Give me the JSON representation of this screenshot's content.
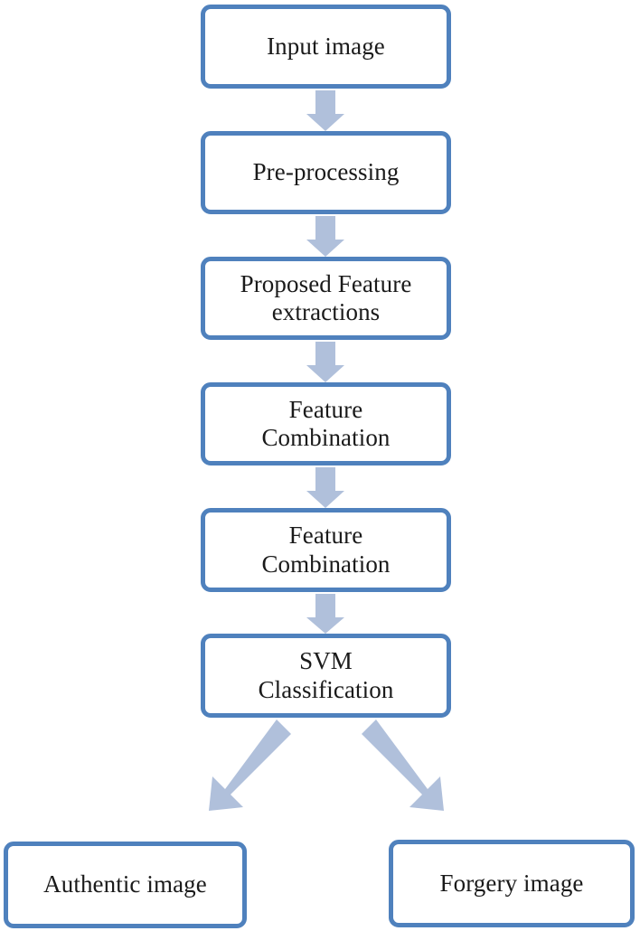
{
  "diagram": {
    "title": "Image forgery detection pipeline flowchart",
    "orientation": "top-to-bottom",
    "colors": {
      "box_border": "#4F81BD",
      "box_fill": "#FFFFFF",
      "arrow_fill": "#B0C0DB",
      "text": "#1A1A1A",
      "background": "#FFFFFF"
    },
    "nodes": [
      {
        "id": "input-image",
        "label": "Input image",
        "shape": "rounded-rectangle"
      },
      {
        "id": "pre-processing",
        "label": "Pre-processing",
        "shape": "rounded-rectangle"
      },
      {
        "id": "feature-extraction",
        "label": "Proposed Feature\nextractions",
        "shape": "rounded-rectangle"
      },
      {
        "id": "feature-combination-1",
        "label": "Feature\nCombination",
        "shape": "rounded-rectangle"
      },
      {
        "id": "feature-combination-2",
        "label": "Feature\nCombination",
        "shape": "rounded-rectangle"
      },
      {
        "id": "svm-classification",
        "label": "SVM\nClassification",
        "shape": "rounded-rectangle"
      },
      {
        "id": "authentic-image",
        "label": "Authentic image",
        "shape": "rounded-rectangle"
      },
      {
        "id": "forgery-image",
        "label": "Forgery image",
        "shape": "rounded-rectangle"
      }
    ],
    "edges": [
      {
        "from": "input-image",
        "to": "pre-processing",
        "style": "block-arrow-down"
      },
      {
        "from": "pre-processing",
        "to": "feature-extraction",
        "style": "block-arrow-down"
      },
      {
        "from": "feature-extraction",
        "to": "feature-combination-1",
        "style": "block-arrow-down"
      },
      {
        "from": "feature-combination-1",
        "to": "feature-combination-2",
        "style": "block-arrow-down"
      },
      {
        "from": "feature-combination-2",
        "to": "svm-classification",
        "style": "block-arrow-down"
      },
      {
        "from": "svm-classification",
        "to": "authentic-image",
        "style": "block-arrow-diagonal-left"
      },
      {
        "from": "svm-classification",
        "to": "forgery-image",
        "style": "block-arrow-diagonal-right"
      }
    ]
  }
}
